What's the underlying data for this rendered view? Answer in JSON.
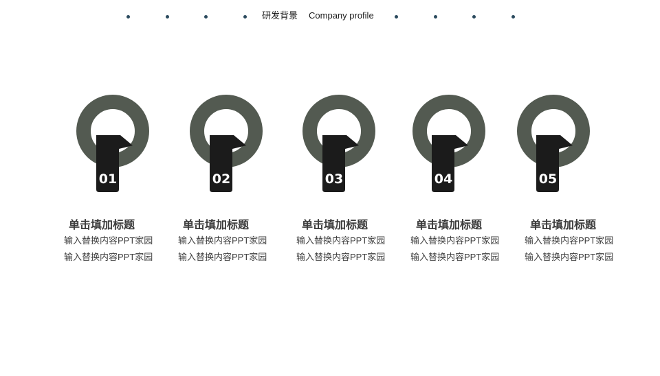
{
  "header": {
    "title_zh": "研发背景",
    "title_en": "Company profile",
    "dot_color": "#2b4a5e",
    "dots_left_x": [
      184,
      241,
      297,
      354
    ],
    "dots_right_x": [
      574,
      631,
      687,
      744
    ]
  },
  "colors": {
    "ring": "#535a51",
    "tab": "#1b1b1b",
    "number": "#ffffff",
    "title": "#3a3a3a",
    "body": "#3f3f3f"
  },
  "items": [
    {
      "number": "01",
      "title": "单击填加标题",
      "lines": [
        "输入替换内容PPT家园",
        "输入替换内容PPT家园"
      ]
    },
    {
      "number": "02",
      "title": "单击填加标题",
      "lines": [
        "输入替换内容PPT家园",
        "输入替换内容PPT家园"
      ]
    },
    {
      "number": "03",
      "title": "单击填加标题",
      "lines": [
        "输入替换内容PPT家园",
        "输入替换内容PPT家园"
      ]
    },
    {
      "number": "04",
      "title": "单击填加标题",
      "lines": [
        "输入替换内容PPT家园",
        "输入替换内容PPT家园"
      ]
    },
    {
      "number": "05",
      "title": "单击填加标题",
      "lines": [
        "输入替换内容PPT家园",
        "输入替换内容PPT家园"
      ]
    }
  ]
}
